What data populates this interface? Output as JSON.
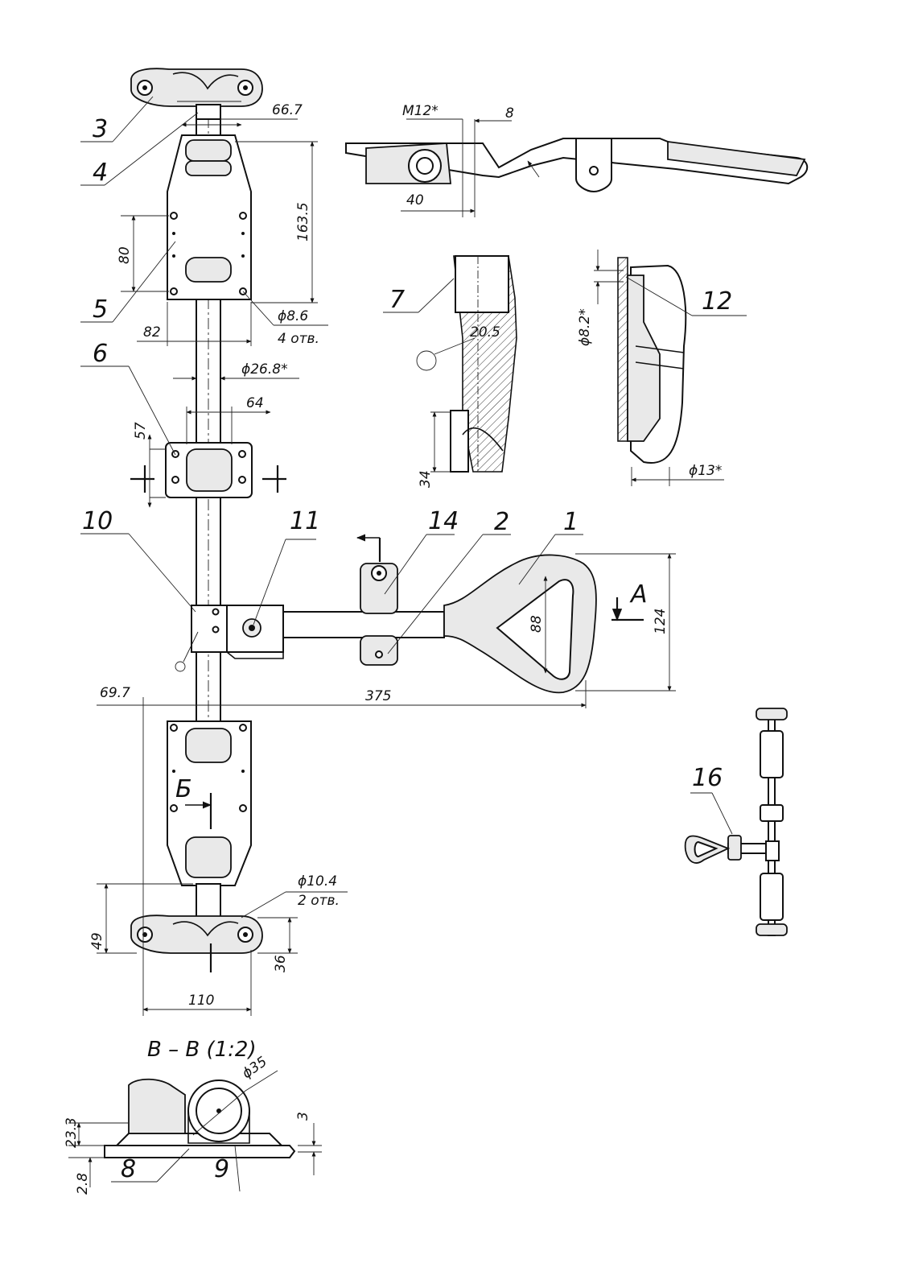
{
  "callouts": {
    "c1": "1",
    "c2": "2",
    "c3": "3",
    "c4": "4",
    "c5": "5",
    "c6": "6",
    "c7": "7",
    "c8": "8",
    "c9": "9",
    "c10": "10",
    "c11": "11",
    "c12": "12",
    "c14": "14",
    "c16": "16"
  },
  "dimensions": {
    "d66_7": "66.7",
    "d163_5": "163.5",
    "d80": "80",
    "d82": "82",
    "d8_6": "ϕ8.6",
    "d4holes": "4 отв.",
    "d26_8": "ϕ26.8*",
    "d64": "64",
    "d57": "57",
    "d88": "88",
    "d124": "124",
    "d375": "375",
    "d69_7": "69.7",
    "d10_4": "ϕ10.4",
    "d2holes": "2 отв.",
    "d49": "49",
    "d36": "36",
    "d110": "110",
    "dM12": "M12*",
    "d8": "8",
    "d40": "40",
    "d20_5": "20.5",
    "d34": "34",
    "d8_2": "ϕ8.2*",
    "d13": "ϕ13*",
    "d35": "ϕ35",
    "d3": "3",
    "d23_3": "23.3",
    "d2_8": "2.8"
  },
  "markers": {
    "view_a": "A",
    "section_b": "Б"
  },
  "section_title": "В – В (1:2)"
}
